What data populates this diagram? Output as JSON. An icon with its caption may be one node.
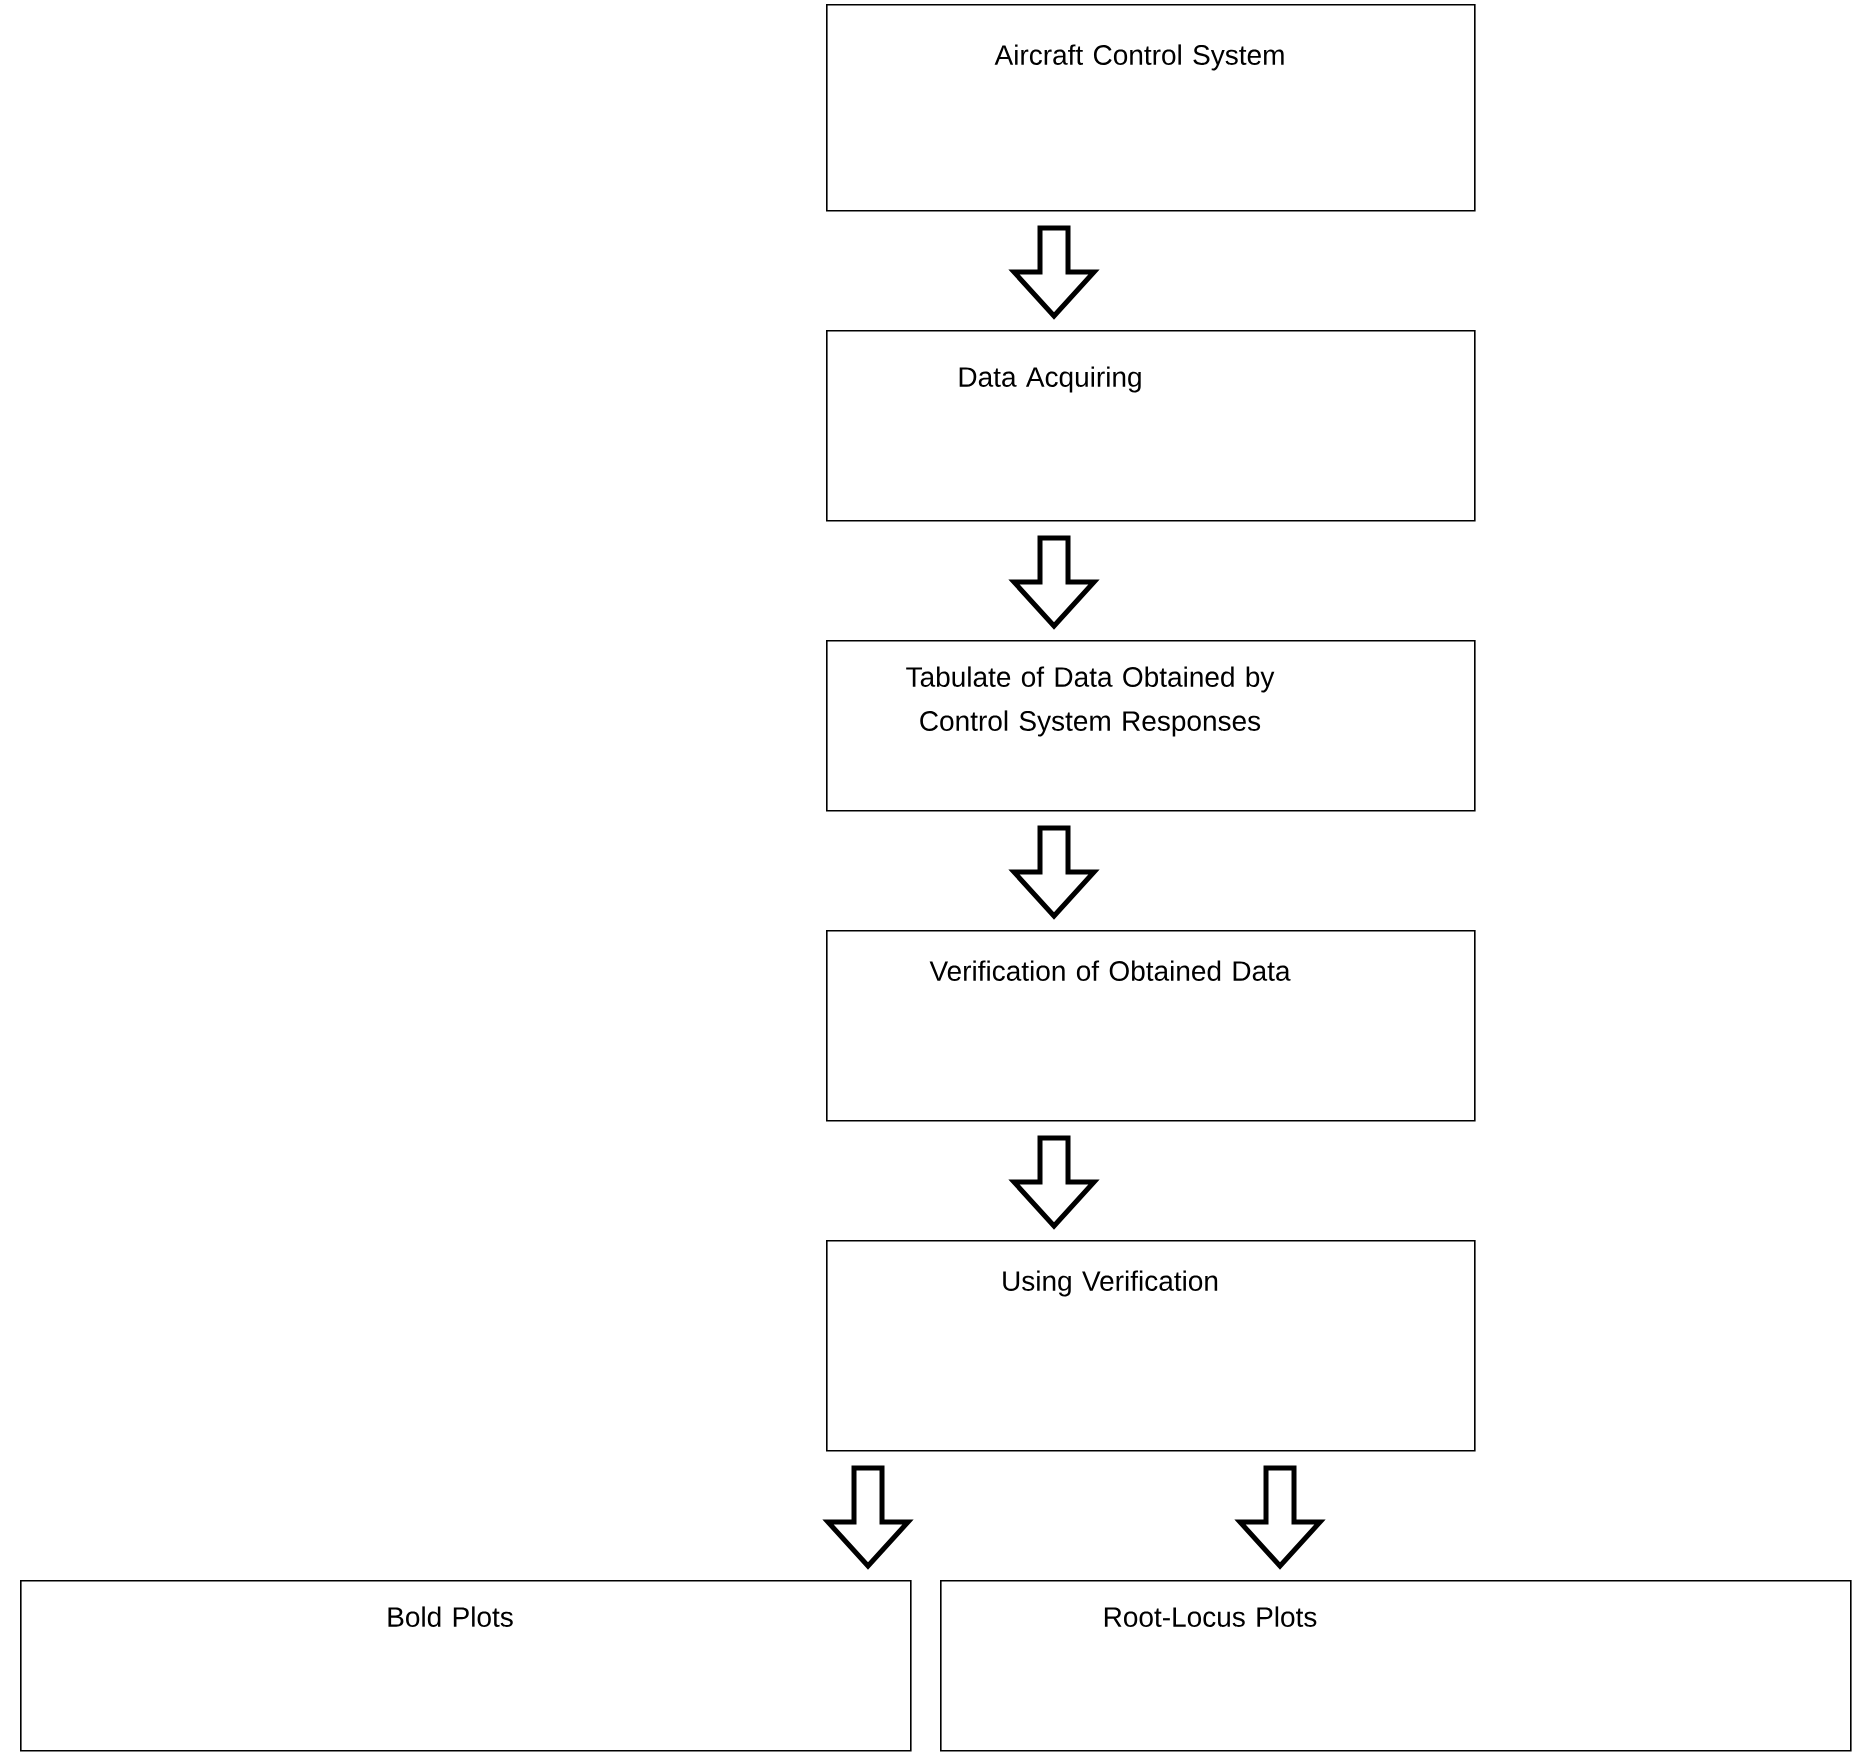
{
  "diagram": {
    "nodes": [
      {
        "text": [
          "Aircraft Control System"
        ]
      },
      {
        "text": [
          "Data Acquiring"
        ]
      },
      {
        "text": [
          "Tabulate of Data Obtained by Control System Responses"
        ]
      },
      {
        "text": [
          "Verification of Obtained Data"
        ]
      },
      {
        "text": [
          "Using Verification"
        ]
      },
      {
        "text": [
          "Bold Plots"
        ]
      },
      {
        "text": [
          "Root-Locus Plots"
        ]
      }
    ],
    "edges": [
      {
        "from": 0,
        "to": 1,
        "arrow": "to"
      },
      {
        "from": 1,
        "to": 2,
        "arrow": "to"
      },
      {
        "from": 2,
        "to": 3,
        "arrow": "to"
      },
      {
        "from": 3,
        "to": 4,
        "arrow": "to"
      },
      {
        "from": 4,
        "to": 5,
        "arrow": "to"
      },
      {
        "from": 4,
        "to": 6,
        "arrow": "to"
      }
    ]
  }
}
